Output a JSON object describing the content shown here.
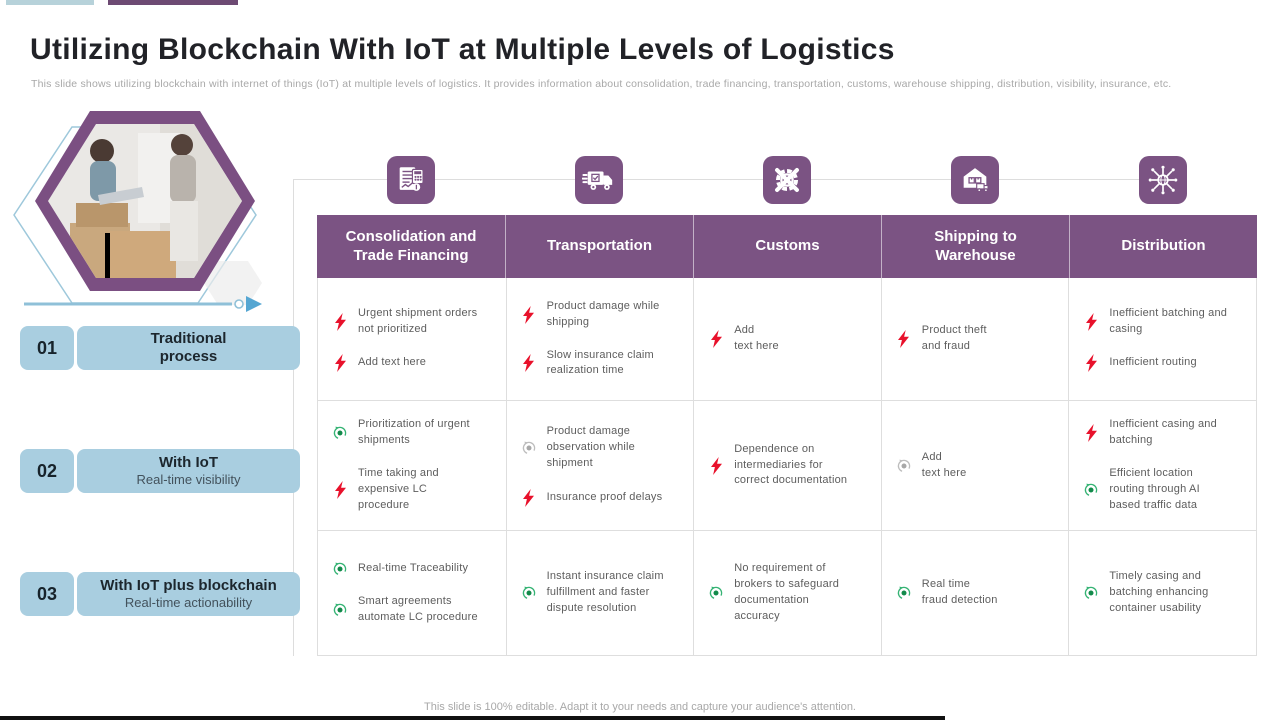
{
  "slide": {
    "title": "Utilizing Blockchain With IoT at Multiple Levels of Logistics",
    "subtitle": "This slide shows utilizing blockchain with internet of things (IoT) at multiple levels of logistics. It provides information about consolidation, trade financing, transportation, customs, warehouse shipping, distribution, visibility, insurance, etc.",
    "footer": "This slide is 100% editable. Adapt it to your needs and capture your audience's attention."
  },
  "colors": {
    "accent_purple": "#7b5383",
    "accent_light_blue": "#a9cee0",
    "negative_red": "#e8112b",
    "positive_green": "#1fa05c",
    "neutral_gray": "#b5b5b5"
  },
  "stages": [
    {
      "number": "01",
      "title": "Traditional\nprocess",
      "subtitle": ""
    },
    {
      "number": "02",
      "title": "With IoT",
      "subtitle": "Real-time visibility"
    },
    {
      "number": "03",
      "title": "With IoT plus blockchain",
      "subtitle": "Real-time actionability"
    }
  ],
  "table": {
    "columns": [
      {
        "header": "Consolidation and\nTrade Financing",
        "icon": "invoice-calculator"
      },
      {
        "header": "Transportation",
        "icon": "delivery-truck"
      },
      {
        "header": "Customs",
        "icon": "customs-gear"
      },
      {
        "header": "Shipping to\nWarehouse",
        "icon": "warehouse-shipping"
      },
      {
        "header": "Distribution",
        "icon": "distribution-network"
      }
    ],
    "rows": [
      {
        "cells": [
          {
            "items": [
              {
                "icon": "bolt",
                "text": "Urgent shipment orders\nnot prioritized"
              },
              {
                "icon": "bolt",
                "text": "Add text here"
              }
            ]
          },
          {
            "items": [
              {
                "icon": "bolt",
                "text": "Product damage while\nshipping"
              },
              {
                "icon": "bolt",
                "text": "Slow insurance claim\nrealization time"
              }
            ]
          },
          {
            "items": [
              {
                "icon": "bolt",
                "text": "Add\ntext here"
              }
            ]
          },
          {
            "items": [
              {
                "icon": "bolt",
                "text": "Product theft\nand fraud"
              }
            ]
          },
          {
            "items": [
              {
                "icon": "bolt",
                "text": "Inefficient batching and\ncasing"
              },
              {
                "icon": "bolt",
                "text": "Inefficient routing"
              }
            ]
          }
        ]
      },
      {
        "cells": [
          {
            "items": [
              {
                "icon": "target-green",
                "text": "Prioritization of urgent\nshipments"
              },
              {
                "icon": "bolt",
                "text": "Time taking and\nexpensive LC\nprocedure"
              }
            ]
          },
          {
            "items": [
              {
                "icon": "target-gray",
                "text": "Product damage\nobservation while\nshipment"
              },
              {
                "icon": "bolt",
                "text": "Insurance proof delays"
              }
            ]
          },
          {
            "items": [
              {
                "icon": "bolt",
                "text": "Dependence on\nintermediaries for\ncorrect documentation"
              }
            ]
          },
          {
            "items": [
              {
                "icon": "target-gray",
                "text": "Add\ntext here"
              }
            ]
          },
          {
            "items": [
              {
                "icon": "bolt",
                "text": "Inefficient casing and\nbatching"
              },
              {
                "icon": "target-green",
                "text": "Efficient location\nrouting through AI\nbased traffic data"
              }
            ]
          }
        ]
      },
      {
        "cells": [
          {
            "items": [
              {
                "icon": "target-green",
                "text": "Real-time Traceability"
              },
              {
                "icon": "target-green",
                "text": "Smart agreements\nautomate LC procedure"
              }
            ]
          },
          {
            "items": [
              {
                "icon": "target-green",
                "text": "Instant insurance claim\nfulfillment and faster\ndispute resolution"
              }
            ]
          },
          {
            "items": [
              {
                "icon": "target-green",
                "text": "No requirement of\nbrokers to safeguard\ndocumentation\naccuracy"
              }
            ]
          },
          {
            "items": [
              {
                "icon": "target-green",
                "text": "Real time\nfraud detection"
              }
            ]
          },
          {
            "items": [
              {
                "icon": "target-green",
                "text": "Timely casing and\nbatching enhancing\ncontainer usability"
              }
            ]
          }
        ]
      }
    ]
  }
}
